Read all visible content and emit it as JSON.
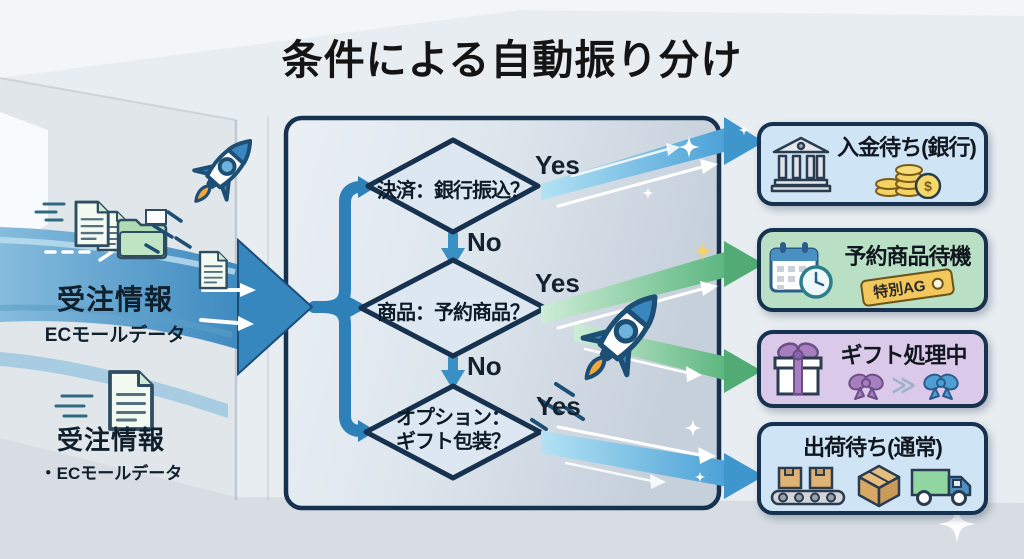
{
  "title": "条件による自動振り分け",
  "sources": {
    "top": {
      "title": "受注情報",
      "subtitle": "ECモールデータ"
    },
    "bottom": {
      "title": "受注情報",
      "subtitle": "・ECモールデータ"
    }
  },
  "flow": {
    "decisions": [
      {
        "question": "決済：銀行振込？",
        "yes_label": "Yes",
        "no_label": "No"
      },
      {
        "question": "商品：予約商品？",
        "yes_label": "Yes",
        "no_label": "No"
      },
      {
        "question_line1": "オプション：",
        "question_line2": "ギフト包装？",
        "yes_label": "Yes"
      }
    ]
  },
  "outcomes": [
    {
      "label": "入金待ち(銀行)",
      "icon": "bank-icon coins-icon",
      "bg": "#cfe4f5"
    },
    {
      "label": "予約商品待機",
      "icon": "calendar-clock-icon",
      "tag": "特別AG",
      "bg": "#b9dfc4"
    },
    {
      "label": "ギフト処理中",
      "icon": "gift-icon bow-icons",
      "arrow": "≫",
      "bg": "#dbc9ea"
    },
    {
      "label": "出荷待ち(通常)",
      "icon": "conveyor-icon box-icon truck-icon",
      "bg": "#cfe4f5"
    }
  ],
  "icons": {
    "coin_symbol": "$",
    "left_side": [
      "document-icon",
      "folder-icon",
      "rocket-icon"
    ],
    "center": [
      "rocket-icon",
      "sparkle-icon"
    ]
  },
  "colors": {
    "outline": "#16324f",
    "flow_blue": "#3787bf",
    "beam_blue": "#4aa0d6",
    "beam_green": "#5bb57e",
    "tag_yellow": "#f2c85c",
    "panel_bg": "#dfe7ee",
    "outcome_blue_bg": "#cfe4f5",
    "outcome_green_bg": "#b9dfc4",
    "outcome_purple_bg": "#dbc9ea"
  }
}
